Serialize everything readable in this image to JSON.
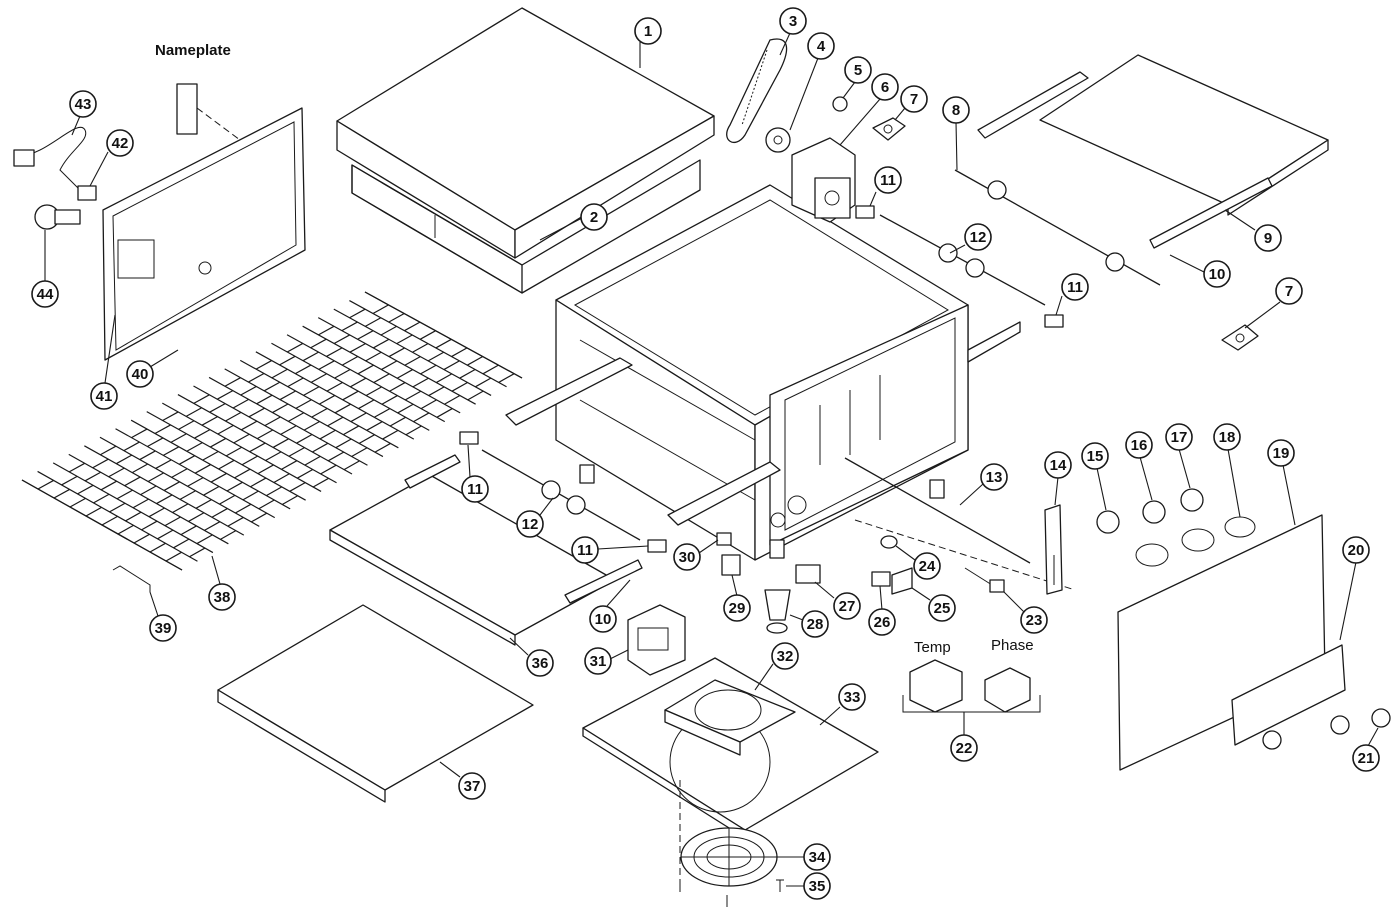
{
  "labels": {
    "nameplate": "Nameplate",
    "temp": "Temp",
    "phase": "Phase"
  },
  "callouts": [
    {
      "num": "1"
    },
    {
      "num": "2"
    },
    {
      "num": "3"
    },
    {
      "num": "4"
    },
    {
      "num": "5"
    },
    {
      "num": "6"
    },
    {
      "num": "7"
    },
    {
      "num": "7"
    },
    {
      "num": "8"
    },
    {
      "num": "9"
    },
    {
      "num": "10"
    },
    {
      "num": "10"
    },
    {
      "num": "11"
    },
    {
      "num": "11"
    },
    {
      "num": "11"
    },
    {
      "num": "11"
    },
    {
      "num": "12"
    },
    {
      "num": "12"
    },
    {
      "num": "13"
    },
    {
      "num": "14"
    },
    {
      "num": "15"
    },
    {
      "num": "16"
    },
    {
      "num": "17"
    },
    {
      "num": "18"
    },
    {
      "num": "19"
    },
    {
      "num": "20"
    },
    {
      "num": "21"
    },
    {
      "num": "22"
    },
    {
      "num": "23"
    },
    {
      "num": "24"
    },
    {
      "num": "25"
    },
    {
      "num": "26"
    },
    {
      "num": "27"
    },
    {
      "num": "28"
    },
    {
      "num": "29"
    },
    {
      "num": "30"
    },
    {
      "num": "31"
    },
    {
      "num": "32"
    },
    {
      "num": "33"
    },
    {
      "num": "34"
    },
    {
      "num": "35"
    },
    {
      "num": "36"
    },
    {
      "num": "37"
    },
    {
      "num": "38"
    },
    {
      "num": "39"
    },
    {
      "num": "40"
    },
    {
      "num": "41"
    },
    {
      "num": "42"
    },
    {
      "num": "43"
    },
    {
      "num": "44"
    }
  ]
}
